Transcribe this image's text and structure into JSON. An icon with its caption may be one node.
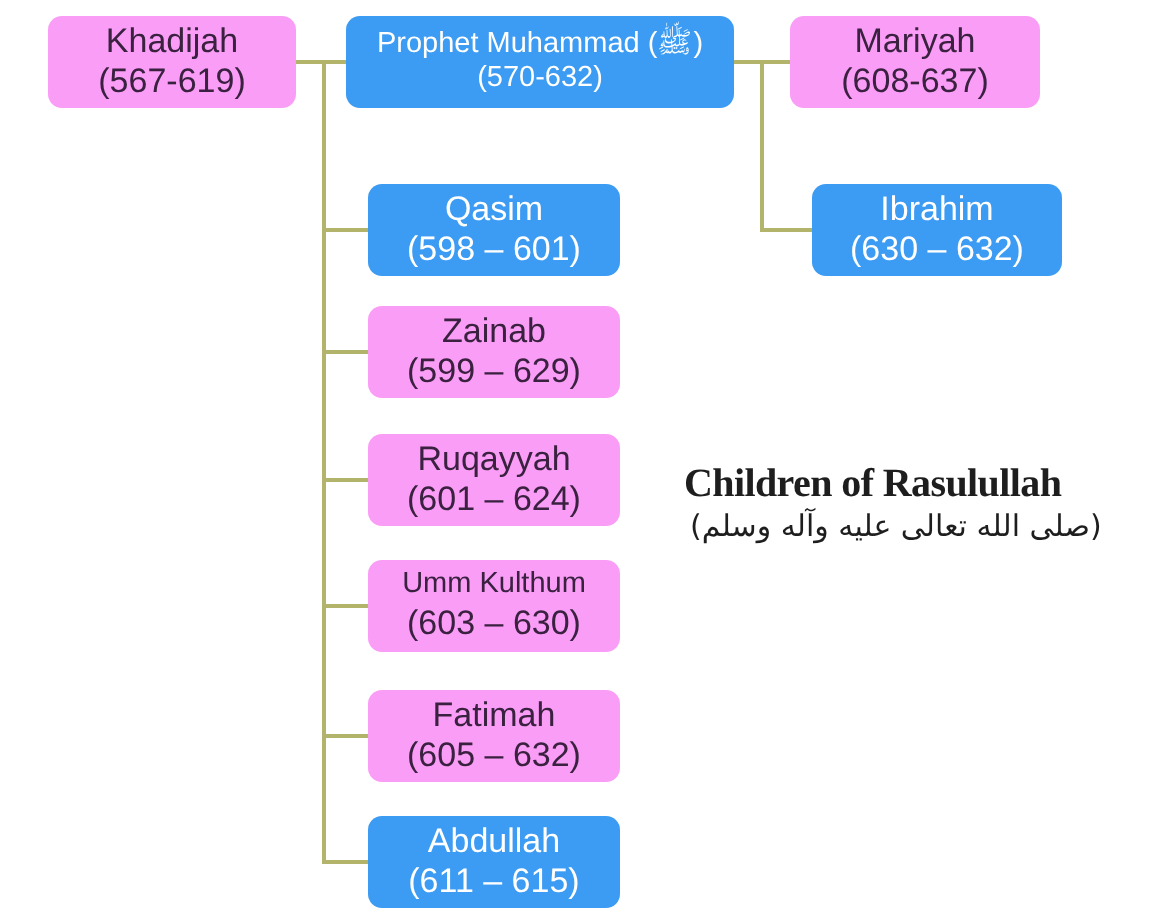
{
  "diagram": {
    "title": "Children of Rasulullah",
    "nodes": [
      {
        "text": [
          "Khadijah",
          "(567-619)"
        ]
      },
      {
        "text": [
          "Prophet Muhammad (ﷺ)",
          "(570-632)"
        ]
      },
      {
        "text": [
          "Mariyah",
          "(608-637)"
        ]
      },
      {
        "text": [
          "Qasim",
          "(598 – 601)"
        ]
      },
      {
        "text": [
          "Ibrahim",
          "(630 – 632)"
        ]
      },
      {
        "text": [
          "Zainab",
          "(599 – 629)"
        ]
      },
      {
        "text": [
          "Ruqayyah",
          "(601 – 624)"
        ]
      },
      {
        "text": [
          "Umm Kulthum",
          "(603 – 630)"
        ]
      },
      {
        "text": [
          "Fatimah",
          "(605 – 632)"
        ]
      },
      {
        "text": [
          "Abdullah",
          "(611 – 615)"
        ]
      }
    ],
    "edges": [
      {
        "from": 0,
        "to": 1,
        "arrow": "none"
      },
      {
        "from": 1,
        "to": 2,
        "arrow": "none"
      },
      {
        "from": 0,
        "to": 3,
        "arrow": "none"
      },
      {
        "from": 2,
        "to": 4,
        "arrow": "none"
      },
      {
        "from": 0,
        "to": 5,
        "arrow": "none"
      },
      {
        "from": 0,
        "to": 6,
        "arrow": "none"
      },
      {
        "from": 0,
        "to": 7,
        "arrow": "none"
      },
      {
        "from": 0,
        "to": 8,
        "arrow": "none"
      },
      {
        "from": 0,
        "to": 9,
        "arrow": "none"
      }
    ],
    "labels": [
      "(صلى الله تعالى عليه وآله وسلم)"
    ]
  }
}
